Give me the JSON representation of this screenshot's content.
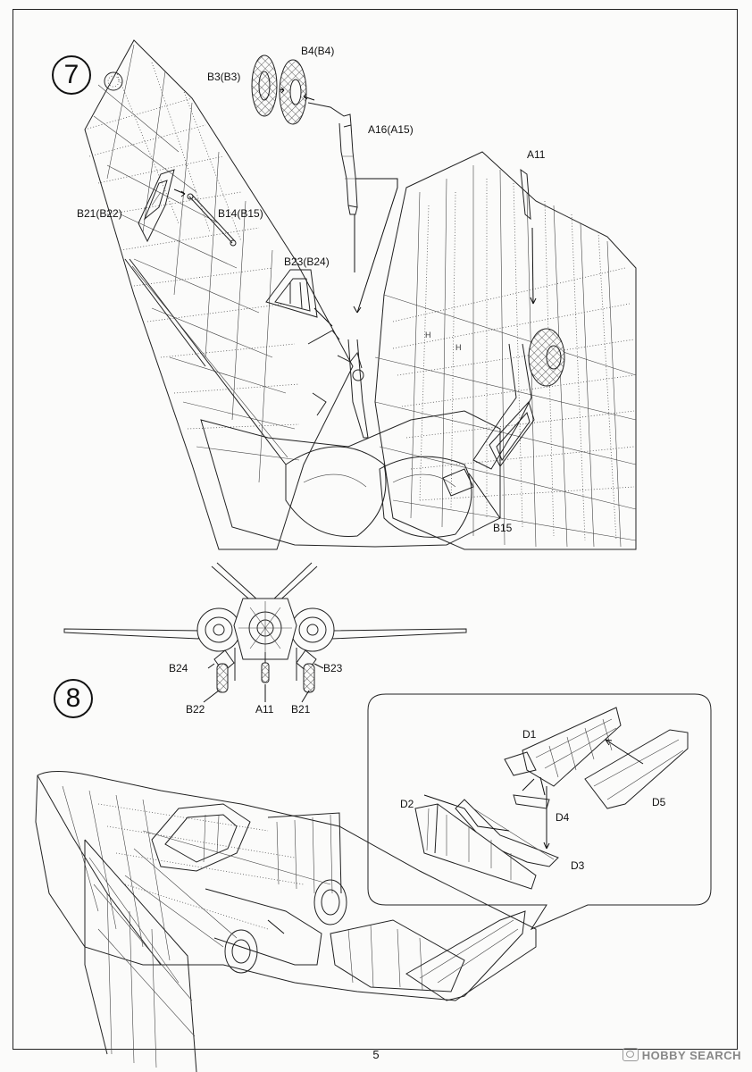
{
  "page": {
    "number": "5"
  },
  "watermark": {
    "text": "HOBBY SEARCH"
  },
  "step7": {
    "number": "7",
    "labels": {
      "b3": "B3(B3)",
      "b4": "B4(B4)",
      "a16": "A16(A15)",
      "a11": "A11",
      "b21": "B21(B22)",
      "b14": "B14(B15)",
      "b23": "B23(B24)",
      "b15": "B15"
    }
  },
  "front_view": {
    "labels": {
      "b24": "B24",
      "b23": "B23",
      "b22": "B22",
      "a11": "A11",
      "b21": "B21"
    }
  },
  "step8": {
    "number": "8",
    "labels": {
      "d1": "D1",
      "d2": "D2",
      "d3": "D3",
      "d4": "D4",
      "d5": "D5"
    }
  }
}
